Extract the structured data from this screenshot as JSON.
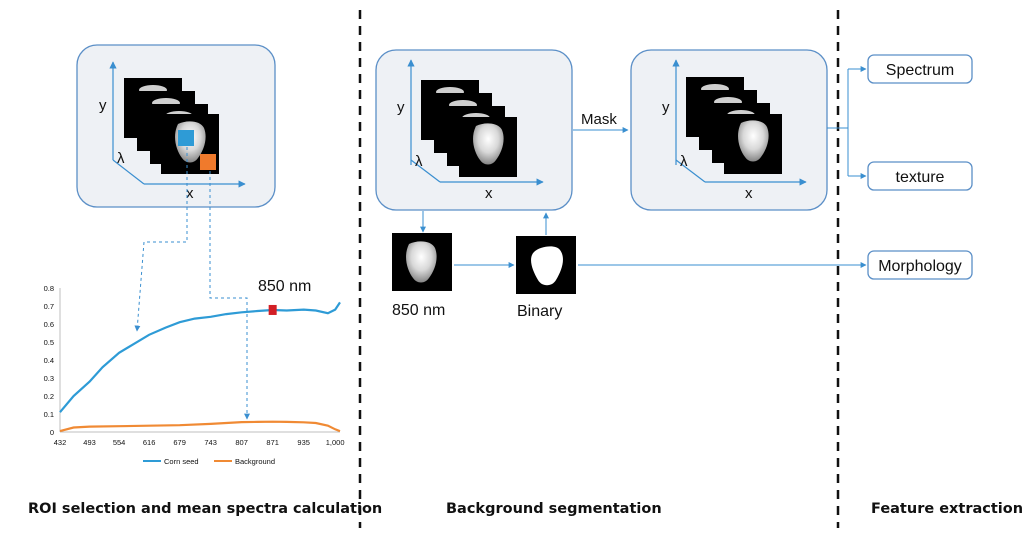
{
  "sections": {
    "roi": "ROI selection and mean spectra calculation",
    "segmentation": "Background segmentation",
    "features": "Feature extraction"
  },
  "axes": {
    "x": "x",
    "y": "y",
    "lambda": "λ"
  },
  "labels": {
    "mask": "Mask",
    "nm850": "850 nm",
    "binary": "Binary",
    "chart_marker": "850 nm"
  },
  "outputs": {
    "spectrum": "Spectrum",
    "texture": "texture",
    "morphology": "Morphology"
  },
  "colors": {
    "corn": "#2e9bd6",
    "background": "#f08a34",
    "marker": "#d21f26",
    "roi_blue": "#2e9bd6",
    "roi_orange": "#f07a2c",
    "box_stroke": "#5b8fc7",
    "box_fill": "#eef1f5",
    "arrow": "#3a8fd0"
  },
  "chart_data": {
    "type": "line",
    "title": "",
    "xlabel": "",
    "ylabel": "",
    "x_ticks": [
      "432",
      "493",
      "554",
      "616",
      "679",
      "743",
      "807",
      "871",
      "935",
      "1,000"
    ],
    "y_ticks": [
      "0",
      "0.1",
      "0.2",
      "0.3",
      "0.4",
      "0.5",
      "0.6",
      "0.7",
      "0.8"
    ],
    "xlim": [
      432,
      1010
    ],
    "ylim": [
      0,
      0.8
    ],
    "legend_position": "bottom",
    "marker_x": 871,
    "series": [
      {
        "name": "Corn seed",
        "x": [
          432,
          460,
          493,
          520,
          554,
          585,
          616,
          650,
          679,
          710,
          743,
          775,
          807,
          840,
          871,
          900,
          935,
          960,
          985,
          1000,
          1010
        ],
        "y": [
          0.11,
          0.2,
          0.28,
          0.36,
          0.44,
          0.49,
          0.54,
          0.58,
          0.61,
          0.63,
          0.64,
          0.655,
          0.665,
          0.672,
          0.678,
          0.675,
          0.68,
          0.675,
          0.66,
          0.68,
          0.72
        ]
      },
      {
        "name": "Background",
        "x": [
          432,
          460,
          493,
          554,
          616,
          679,
          743,
          775,
          807,
          840,
          871,
          900,
          935,
          960,
          985,
          1000,
          1010
        ],
        "y": [
          0.005,
          0.025,
          0.03,
          0.032,
          0.035,
          0.038,
          0.045,
          0.05,
          0.055,
          0.056,
          0.057,
          0.056,
          0.054,
          0.05,
          0.035,
          0.015,
          0.005
        ]
      }
    ]
  }
}
